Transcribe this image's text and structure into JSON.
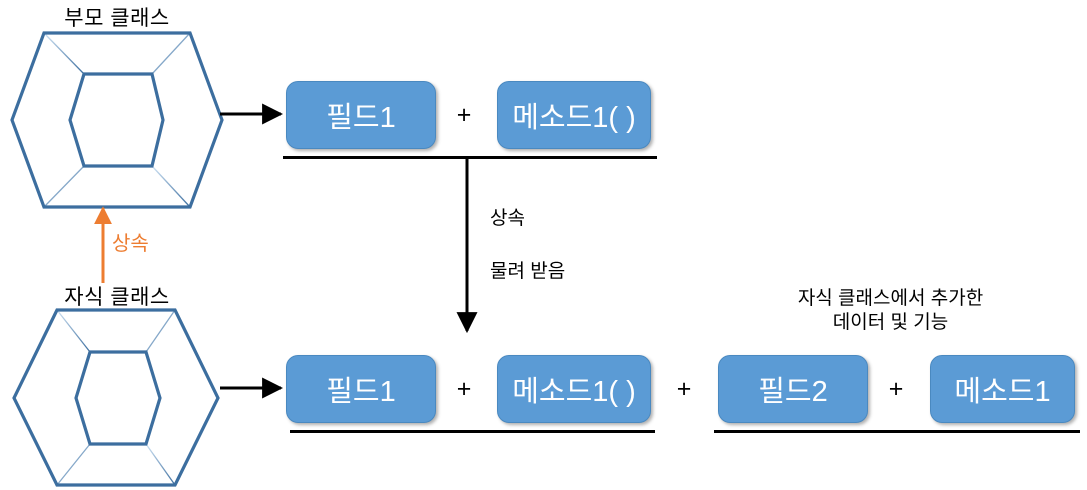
{
  "diagram": {
    "title_parent": "부모 클래스",
    "title_child": "자식 클래스",
    "inherit_arrow_label": "상속",
    "middle_label_1": "상속",
    "middle_label_2": "물려 받음",
    "added_caption_line1": "자식 클래스에서 추가한",
    "added_caption_line2": "데이터 및 기능",
    "parent_members": [
      {
        "label": "필드1"
      },
      {
        "label": "메소드1( )"
      }
    ],
    "child_inherited_members": [
      {
        "label": "필드1"
      },
      {
        "label": "메소드1( )"
      }
    ],
    "child_added_members": [
      {
        "label": "필드2"
      },
      {
        "label": "메소드1"
      }
    ],
    "plus_symbol": "+",
    "colors": {
      "box_fill": "#5B9BD5",
      "box_border": "#4A89C0",
      "hex_stroke": "#3C6E9F",
      "hex_stroke_light": "#9DC3E6",
      "inherit_arrow": "#ED7D31",
      "flow_arrow": "#000000",
      "text_on_box": "#FFFFFF",
      "text_default": "#000000"
    }
  }
}
